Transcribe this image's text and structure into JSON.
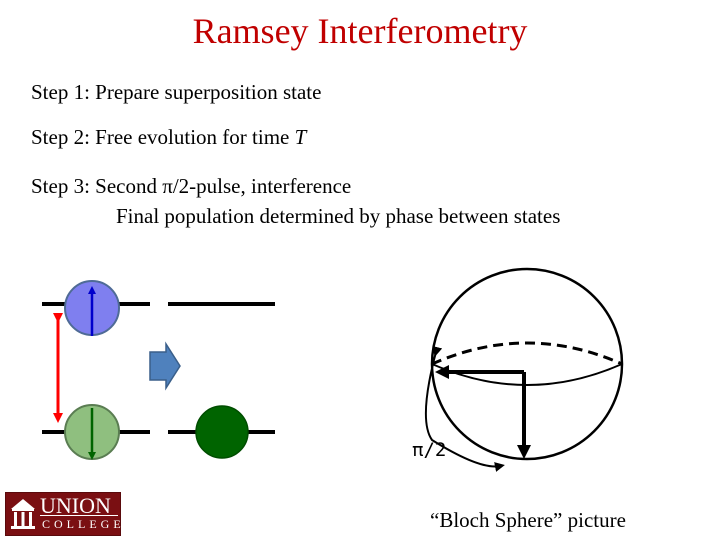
{
  "title": "Ramsey Interferometry",
  "steps": {
    "step1": "Step 1: Prepare superposition state",
    "step2_prefix": "Step 2: Free evolution for time ",
    "step2_var": "T",
    "step3": "Step 3: Second π/2-pulse, interference",
    "step3_detail": "Final population determined by phase between states"
  },
  "diagram": {
    "pulse_label": "π/2",
    "caption": "“Bloch Sphere” picture"
  },
  "logo": {
    "word1": "UNION",
    "word2": "COLLEGE"
  },
  "colors": {
    "title": "#c00000",
    "upper_state": "#7f7fef",
    "lower_state": "#8fbf7f",
    "final_state": "#006400",
    "arrow_red": "#ff0000",
    "arrow_blue": "#0000cc",
    "arrow_green": "#006400",
    "block_arrow": "#4f81bd",
    "logo_bg": "#7a0f12"
  }
}
